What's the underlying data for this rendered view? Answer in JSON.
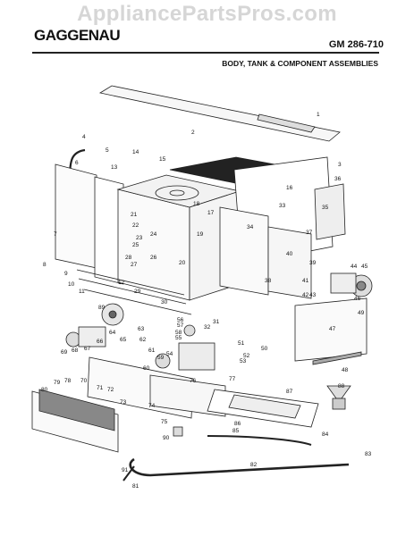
{
  "header": {
    "watermark": "AppliancePartsPros.com",
    "brand": "GAGGENAU",
    "model": "GM 286-710",
    "subtitle": "BODY, TANK & COMPONENT ASSEMBLIES"
  },
  "callouts": [
    {
      "text": "1",
      "part": "top-rail"
    },
    {
      "text": "2",
      "part": "screw"
    },
    {
      "text": "3",
      "part": "side-panel"
    },
    {
      "text": "4",
      "part": "hose"
    },
    {
      "text": "5",
      "part": "clip"
    },
    {
      "text": "6",
      "part": "side-wall-panel"
    },
    {
      "text": "7",
      "part": "bracket"
    },
    {
      "text": "8",
      "part": "bracket"
    },
    {
      "text": "9",
      "part": "rail"
    },
    {
      "text": "10",
      "part": "rail"
    },
    {
      "text": "11",
      "part": "bar"
    },
    {
      "text": "12",
      "part": "bar"
    },
    {
      "text": "13",
      "part": "door-frame"
    },
    {
      "text": "14",
      "part": "hinge"
    },
    {
      "text": "15",
      "part": "tub-top"
    },
    {
      "text": "16",
      "part": "insulation"
    },
    {
      "text": "17",
      "part": "tub-wall"
    },
    {
      "text": "18",
      "part": "tub-gasket"
    },
    {
      "text": "19",
      "part": "tub-part"
    },
    {
      "text": "20",
      "part": "tub-part"
    },
    {
      "text": "21",
      "part": "tub-part"
    },
    {
      "text": "22",
      "part": "tub-part"
    },
    {
      "text": "23",
      "part": "tub-part"
    },
    {
      "text": "24",
      "part": "tub-part"
    },
    {
      "text": "25",
      "part": "tub-part"
    },
    {
      "text": "26",
      "part": "tub-part"
    },
    {
      "text": "27",
      "part": "tub-part"
    },
    {
      "text": "28",
      "part": "tub-part"
    },
    {
      "text": "29",
      "part": "tub-part"
    },
    {
      "text": "30",
      "part": "tub-base"
    },
    {
      "text": "31",
      "part": "support"
    },
    {
      "text": "32",
      "part": "support"
    },
    {
      "text": "33",
      "part": "panel"
    },
    {
      "text": "34",
      "part": "panel"
    },
    {
      "text": "35",
      "part": "panel"
    },
    {
      "text": "36",
      "part": "vent"
    },
    {
      "text": "37",
      "part": "clip"
    },
    {
      "text": "38",
      "part": "bracket"
    },
    {
      "text": "39",
      "part": "sensor"
    },
    {
      "text": "40",
      "part": "hose"
    },
    {
      "text": "41",
      "part": "fitting"
    },
    {
      "text": "42",
      "part": "pump-part"
    },
    {
      "text": "43",
      "part": "pump-part"
    },
    {
      "text": "44",
      "part": "fan-motor"
    },
    {
      "text": "45",
      "part": "fan-housing"
    },
    {
      "text": "46",
      "part": "bracket"
    },
    {
      "text": "47",
      "part": "screw"
    },
    {
      "text": "48",
      "part": "strip"
    },
    {
      "text": "49",
      "part": "plate"
    },
    {
      "text": "50",
      "part": "clip"
    },
    {
      "text": "51",
      "part": "rod"
    },
    {
      "text": "52",
      "part": "rod"
    },
    {
      "text": "53",
      "part": "clip"
    },
    {
      "text": "54",
      "part": "pump"
    },
    {
      "text": "55",
      "part": "ring"
    },
    {
      "text": "56",
      "part": "seal"
    },
    {
      "text": "57",
      "part": "seal"
    },
    {
      "text": "58",
      "part": "filter"
    },
    {
      "text": "59",
      "part": "pump-motor"
    },
    {
      "text": "60",
      "part": "hose"
    },
    {
      "text": "61",
      "part": "valve"
    },
    {
      "text": "62",
      "part": "clip"
    },
    {
      "text": "63",
      "part": "clip"
    },
    {
      "text": "64",
      "part": "valve"
    },
    {
      "text": "65",
      "part": "valve-part"
    },
    {
      "text": "66",
      "part": "valve-part"
    },
    {
      "text": "67",
      "part": "valve-part"
    },
    {
      "text": "68",
      "part": "valve-part"
    },
    {
      "text": "69",
      "part": "motor"
    },
    {
      "text": "70",
      "part": "connector"
    },
    {
      "text": "71",
      "part": "connector"
    },
    {
      "text": "72",
      "part": "connector"
    },
    {
      "text": "73",
      "part": "connector"
    },
    {
      "text": "74",
      "part": "switch"
    },
    {
      "text": "75",
      "part": "switch"
    },
    {
      "text": "76",
      "part": "base-tray"
    },
    {
      "text": "77",
      "part": "base-plate"
    },
    {
      "text": "78",
      "part": "kick-plate"
    },
    {
      "text": "79",
      "part": "filter-pad"
    },
    {
      "text": "80",
      "part": "toe-kick"
    },
    {
      "text": "81",
      "part": "hose"
    },
    {
      "text": "82",
      "part": "drain-hose"
    },
    {
      "text": "83",
      "part": "clamp"
    },
    {
      "text": "84",
      "part": "fitting"
    },
    {
      "text": "85",
      "part": "inlet-hose"
    },
    {
      "text": "86",
      "part": "tray"
    },
    {
      "text": "87",
      "part": "tray-insert"
    },
    {
      "text": "88",
      "part": "funnel"
    },
    {
      "text": "89",
      "part": "heater"
    },
    {
      "text": "90",
      "part": "cap"
    },
    {
      "text": "91",
      "part": "clamp"
    }
  ]
}
